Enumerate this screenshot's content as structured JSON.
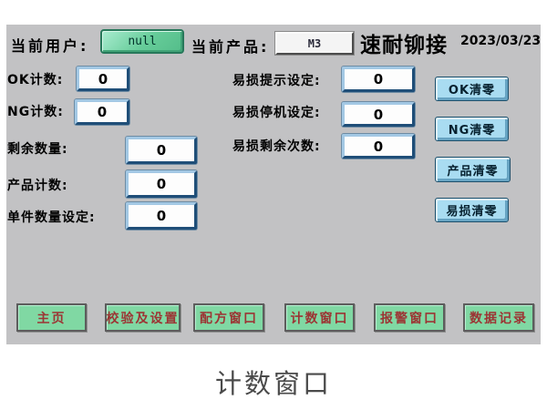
{
  "screen": {
    "top_bar": {
      "user_label": "当前用户:",
      "user_value": "null",
      "product_label": "当前产品:",
      "product_value": "M3",
      "brand": "速耐铆接",
      "date": "2023/03/23"
    },
    "counters": {
      "ok": {
        "label": "OK计数:",
        "value": "0"
      },
      "ng": {
        "label": "NG计数:",
        "value": "0"
      },
      "remaining": {
        "label": "剩余数量:",
        "value": "0"
      },
      "product": {
        "label": "产品计数:",
        "value": "0"
      },
      "unit_setting": {
        "label": "单件数量设定:",
        "value": "0"
      }
    },
    "wear": {
      "warn_setting": {
        "label": "易损提示设定:",
        "value": "0"
      },
      "stop_setting": {
        "label": "易损停机设定:",
        "value": "0"
      },
      "remaining": {
        "label": "易损剩余次数:",
        "value": "0"
      }
    },
    "clear_buttons": {
      "ok": "OK清零",
      "ng": "NG清零",
      "product": "产品清零",
      "wear": "易损清零"
    },
    "nav_buttons": {
      "home": "主页",
      "calibration": "校验及设置",
      "recipe": "配方窗口",
      "count": "计数窗口",
      "alarm": "报警窗口",
      "data": "数据记录"
    }
  },
  "caption": "计数窗口",
  "colors": {
    "screen_bg": "#c2c2c4",
    "field_frame_blue": "#1f4e78",
    "user_button_green": "#66cc99",
    "clear_button_cyan": "#a9dcf1",
    "nav_button_green": "#80d8a3",
    "nav_text_red": "#9c3434"
  }
}
